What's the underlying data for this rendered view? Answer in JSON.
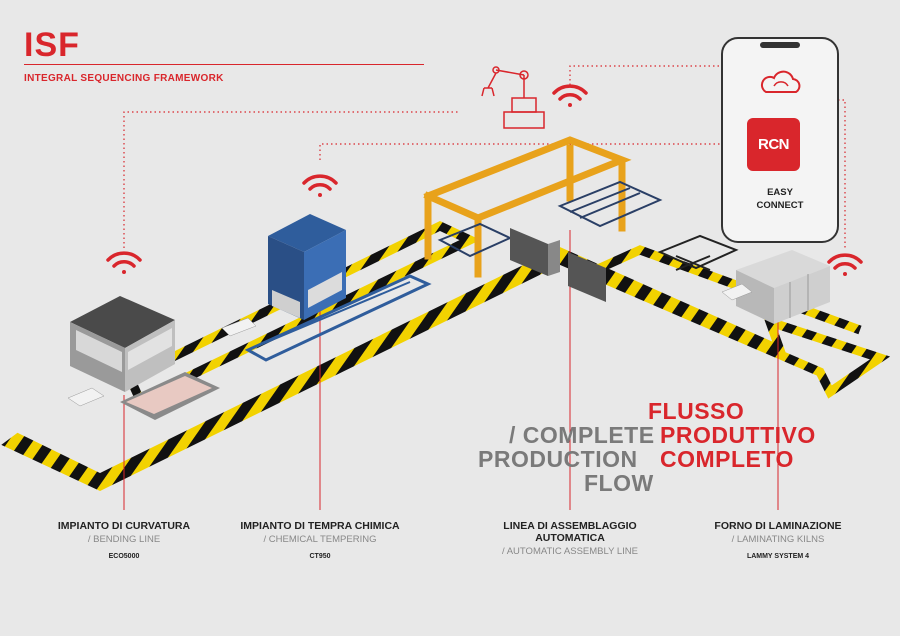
{
  "header": {
    "title": "ISF",
    "subtitle": "INTEGRAL SEQUENCING FRAMEWORK"
  },
  "flow": {
    "it_line1": "FLUSSO",
    "it_line2": "PRODUTTIVO",
    "it_line3": "COMPLETO",
    "en_line1": "/ COMPLETE",
    "en_line2": "PRODUCTION",
    "en_line3": "FLOW"
  },
  "phone": {
    "logo_text": "RCN",
    "line1": "EASY",
    "line2": "CONNECT"
  },
  "stations": [
    {
      "label_it": "IMPIANTO DI CURVATURA",
      "label_en": "/ BENDING LINE",
      "code": "ECO5000"
    },
    {
      "label_it": "IMPIANTO DI TEMPRA CHIMICA",
      "label_en": "/ CHEMICAL TEMPERING",
      "code": "CT950"
    },
    {
      "label_it": "LINEA DI ASSEMBLAGGIO AUTOMATICA",
      "label_en": "/ AUTOMATIC ASSEMBLY LINE",
      "code": ""
    },
    {
      "label_it": "FORNO DI LAMINAZIONE",
      "label_en": "/ LAMINATING KILNS",
      "code": "LAMMY SYSTEM 4"
    }
  ],
  "colors": {
    "accent": "#d9262c",
    "track_yellow": "#f2d200",
    "track_black": "#111111",
    "background": "#e8e8e8",
    "frame_orange": "#e8a21b",
    "machine_blue": "#2f5d9c"
  },
  "icons": [
    "wifi-icon",
    "cloud-icon",
    "robot-arm-icon",
    "smartphone-icon"
  ]
}
